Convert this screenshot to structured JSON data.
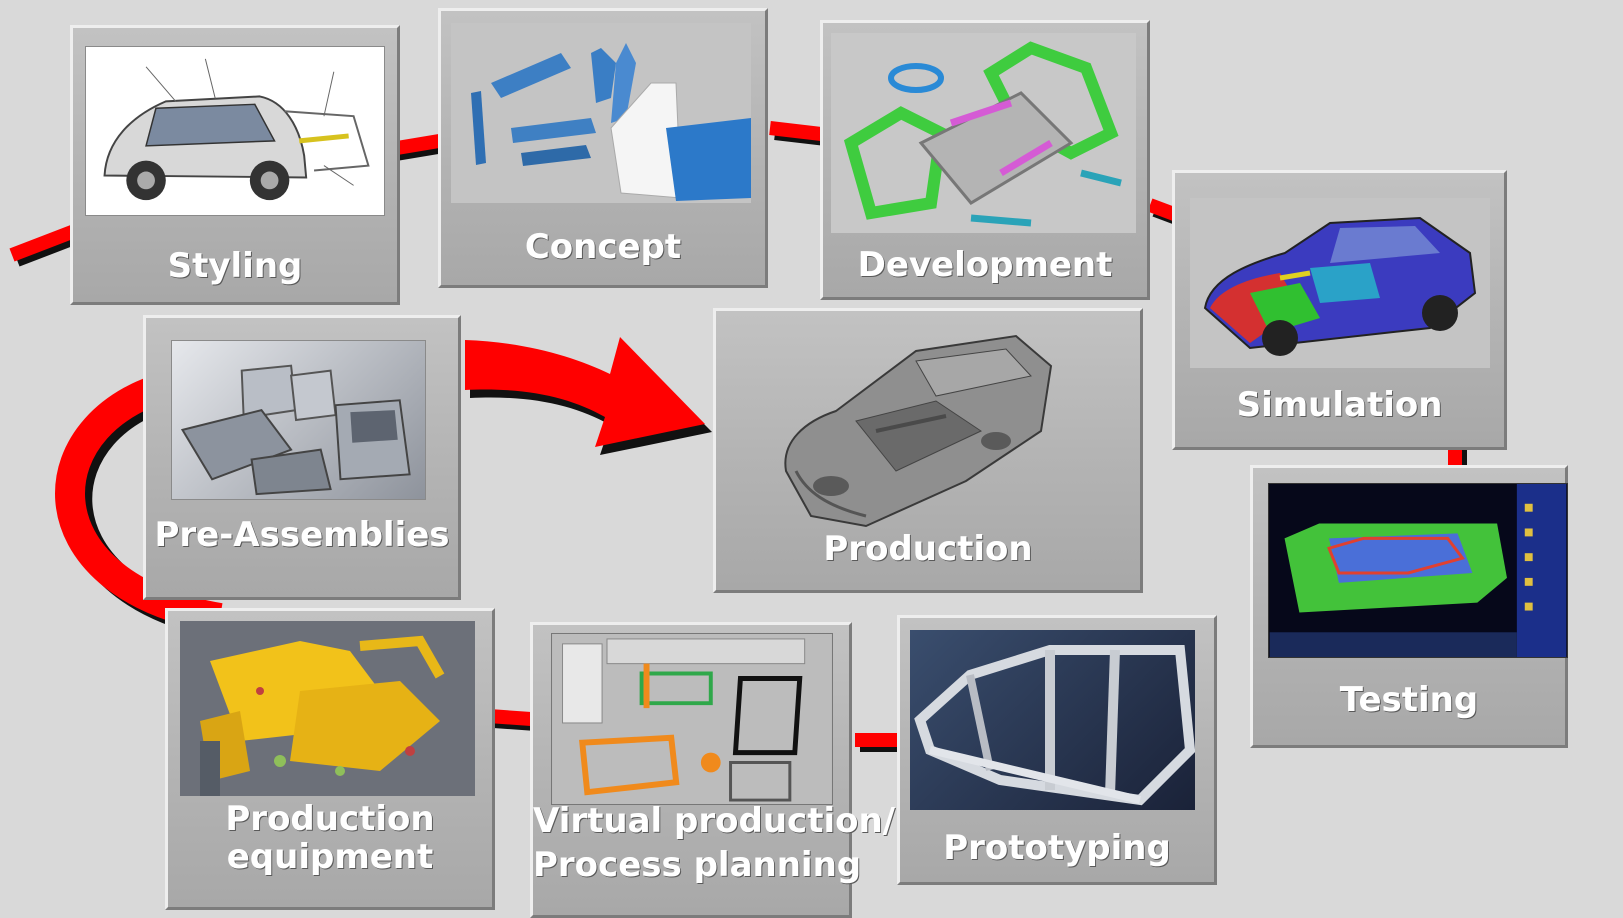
{
  "stages": {
    "styling": {
      "label": "Styling",
      "image": "car-styling-drawing-icon"
    },
    "concept": {
      "label": "Concept",
      "image": "body-panels-icon"
    },
    "development": {
      "label": "Development",
      "image": "body-structure-icon"
    },
    "simulation": {
      "label": "Simulation",
      "image": "crash-simulation-icon"
    },
    "testing": {
      "label": "Testing",
      "image": "test-monitor-icon"
    },
    "prototyping": {
      "label": "Prototyping",
      "image": "body-in-white-icon"
    },
    "virtual_production": {
      "label_line1": "Virtual production/",
      "label_line2": "Process planning",
      "image": "factory-layout-icon"
    },
    "production_equipment": {
      "label_line1": "Production",
      "label_line2": "equipment",
      "image": "robot-cell-icon"
    },
    "pre_assemblies": {
      "label": "Pre-Assemblies",
      "image": "doors-hood-icon"
    },
    "production": {
      "label": "Production",
      "image": "car-body-icon"
    }
  },
  "colors": {
    "background": "#d9d9d9",
    "card": "#b3b3b3",
    "arrow": "#ff0000",
    "arrow_shadow": "#111111",
    "label_text": "#ffffff"
  }
}
